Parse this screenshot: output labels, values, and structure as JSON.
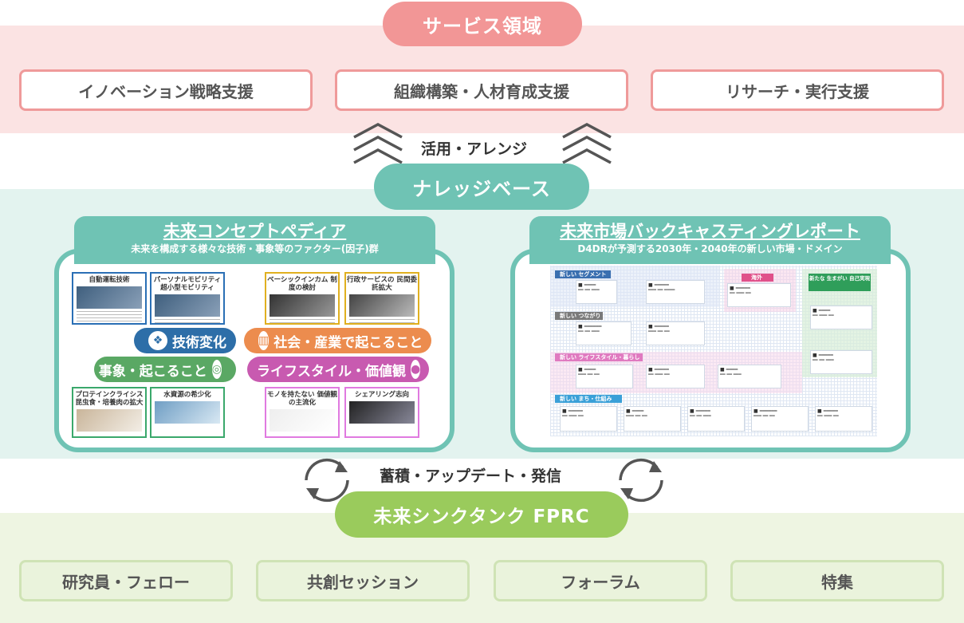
{
  "service": {
    "title": "サービス領域",
    "items": [
      "イノベーション戦略支援",
      "組織構築・人材育成支援",
      "リサーチ・実行支援"
    ]
  },
  "arrow_label_top": "活用・アレンジ",
  "knowledge": {
    "title": "ナレッジベース",
    "pedia": {
      "title": "未来コンセプトペディア",
      "subtitle": "未来を構成する様々な技術・事象等のファクター(因子)群",
      "cards_top": [
        "自動運転技術",
        "パーソナルモビリティ 超小型モビリティ",
        "ベーシックインカム 制度の検討",
        "行政サービスの 民間委託拡大"
      ],
      "cards_bottom": [
        "プロテインクライシス 昆虫食・培養肉の拡大",
        "水資源の希少化",
        "モノを持たない 価値観の主流化",
        "シェアリング志向"
      ],
      "tags": {
        "tech": "技術変化",
        "society": "社会・産業で起こること",
        "event": "事象・起こること",
        "life": "ライフスタイル・価値観"
      }
    },
    "report": {
      "title": "未来市場バックキャスティングレポート",
      "subtitle": "D4DRが予測する2030年・2040年の新しい市場・ドメイン",
      "segments": [
        "新しい セグメント",
        "新しい つながり",
        "新しい ライフスタイル・暮らし",
        "新しい まち・仕組み"
      ],
      "overseas": "海外",
      "new_born": "新たな 生まがい 自己実現"
    }
  },
  "arrow_label_bottom": "蓄積・アップデート・発信",
  "thinktank": {
    "title": "未来シンクタンク FPRC",
    "items": [
      "研究員・フェロー",
      "共創セッション",
      "フォーラム",
      "特集"
    ]
  },
  "colors": {
    "service": "#f29696",
    "knowledge": "#6fc3b4",
    "thinktank": "#9acb5c"
  }
}
